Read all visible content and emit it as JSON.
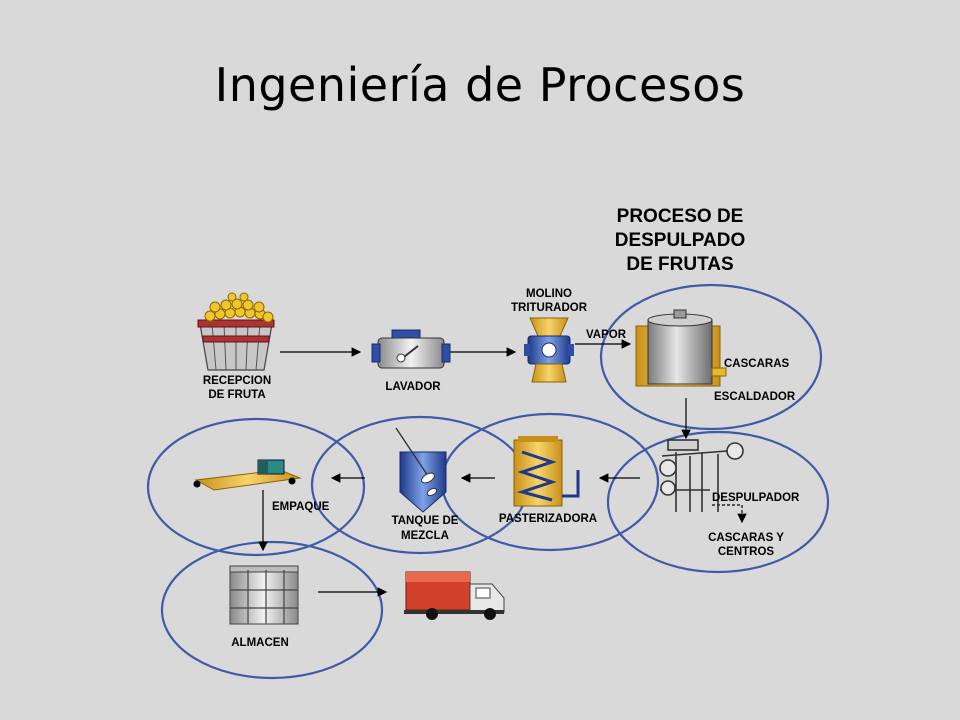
{
  "slide": {
    "title": "Ingeniería de Procesos"
  },
  "diagram": {
    "heading": [
      "PROCESO DE",
      "DESPULPADO",
      "DE FRUTAS"
    ],
    "labels": {
      "recepcion": [
        "RECEPCION",
        "DE FRUTA"
      ],
      "lavador": "LAVADOR",
      "molino": [
        "MOLINO",
        "TRITURADOR"
      ],
      "vapor": "VAPOR",
      "cascaras": "CASCARAS",
      "escaldador": "ESCALDADOR",
      "despulpador": "DESPULPADOR",
      "cascaras_centros": [
        "CASCARAS Y",
        "CENTROS"
      ],
      "pasterizadora": "PASTERIZADORA",
      "tanque": [
        "TANQUE DE",
        "MEZCLA"
      ],
      "empaque": "EMPAQUE",
      "almacen": "ALMACEN"
    },
    "colors": {
      "background": "#d9d9d9",
      "circle_stroke": "#3f5aa8",
      "equipment_gold": "#e9b832",
      "equipment_blue": "#2f4ea6",
      "truck_red": "#d0402a"
    }
  }
}
